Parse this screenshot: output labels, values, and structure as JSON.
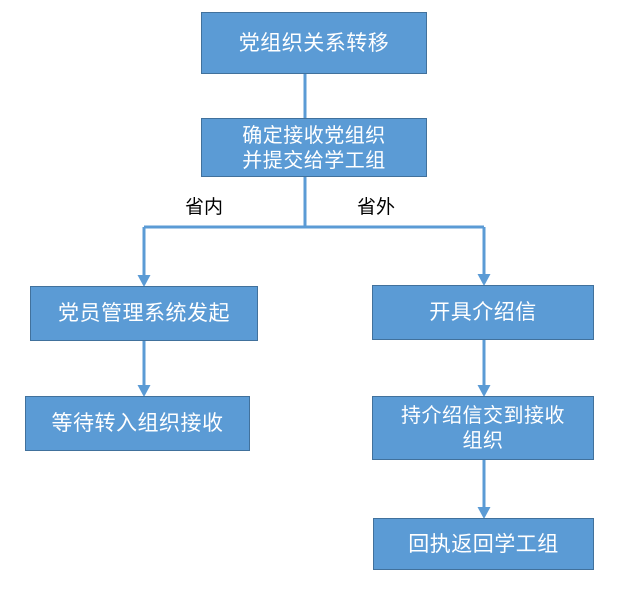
{
  "diagram": {
    "title_text": "党组织关系转移",
    "theme": {
      "node_fill": "#5b9bd5",
      "node_border": "#41719c",
      "node_text": "#ffffff",
      "connector": "#5b9bd5",
      "label_text": "#000000",
      "background": "#ffffff"
    },
    "nodes": [
      {
        "id": "start",
        "label": "党组织关系转移"
      },
      {
        "id": "confirm",
        "label": "确定接收党组织\n并提交给学工组"
      },
      {
        "id": "in-province",
        "label": "党员管理系统发起"
      },
      {
        "id": "wait-receive",
        "label": "等待转入组织接收"
      },
      {
        "id": "out-letter",
        "label": "开具介绍信"
      },
      {
        "id": "deliver",
        "label": "持介绍信交到接收\n组织"
      },
      {
        "id": "receipt",
        "label": "回执返回学工组"
      }
    ],
    "node_text": {
      "start": "党组织关系转移",
      "confirm_line1": "确定接收党组织",
      "confirm_line2": "并提交给学工组",
      "in_province": "党员管理系统发起",
      "wait_receive": "等待转入组织接收",
      "out_letter": "开具介绍信",
      "deliver_line1": "持介绍信交到接收",
      "deliver_line2": "组织",
      "receipt": "回执返回学工组"
    },
    "branch_labels": {
      "left": "省内",
      "right": "省外"
    },
    "edges": [
      {
        "from": "start",
        "to": "confirm",
        "label": ""
      },
      {
        "from": "confirm",
        "to": "in-province",
        "label": "省内"
      },
      {
        "from": "confirm",
        "to": "out-letter",
        "label": "省外"
      },
      {
        "from": "in-province",
        "to": "wait-receive",
        "label": ""
      },
      {
        "from": "out-letter",
        "to": "deliver",
        "label": ""
      },
      {
        "from": "deliver",
        "to": "receipt",
        "label": ""
      }
    ]
  }
}
